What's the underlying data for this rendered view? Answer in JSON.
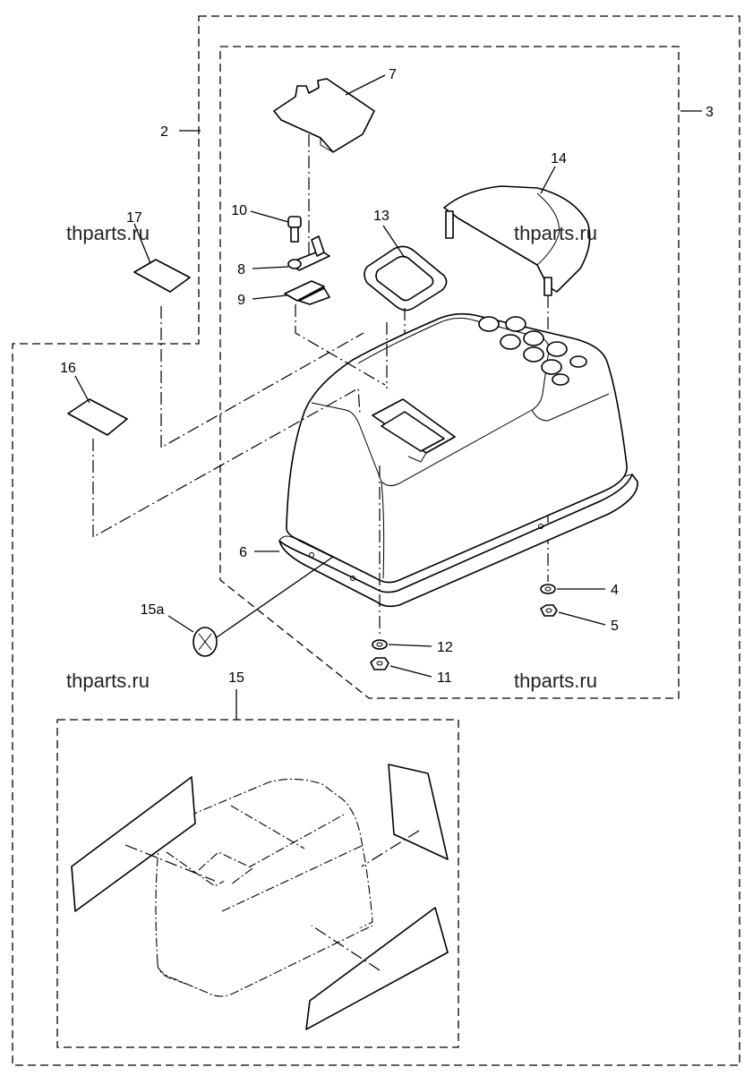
{
  "labels": {
    "p2": "2",
    "p3": "3",
    "p4": "4",
    "p5": "5",
    "p6": "6",
    "p7": "7",
    "p8": "8",
    "p9": "9",
    "p10": "10",
    "p11": "11",
    "p12": "12",
    "p13": "13",
    "p14": "14",
    "p15": "15",
    "p15a": "15a",
    "p16": "16",
    "p17": "17"
  },
  "watermark": "thparts.ru",
  "colors": {
    "line": "#000000",
    "background": "#ffffff"
  }
}
